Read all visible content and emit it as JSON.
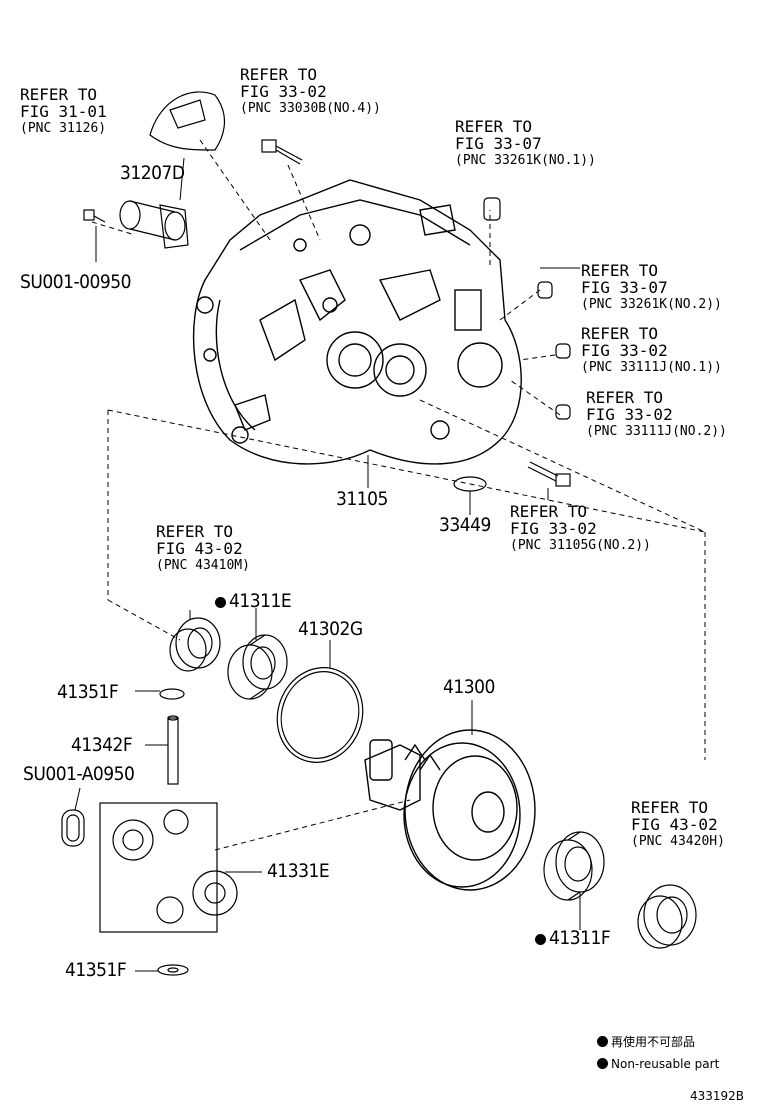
{
  "parts": {
    "p31207D": "31207D",
    "pSU001_00950": "SU001-00950",
    "p31105": "31105",
    "p33449": "33449",
    "p41311E": "41311E",
    "p41302G": "41302G",
    "p41351F_top": "41351F",
    "p41342F": "41342F",
    "pSU001_A0950": "SU001-A0950",
    "p41300": "41300",
    "p41331E": "41331E",
    "p41311F": "41311F",
    "p41351F_bottom": "41351F"
  },
  "refs": {
    "r1": {
      "line1": "REFER TO",
      "line2": "FIG 31-01",
      "pnc": "(PNC 31126)"
    },
    "r2": {
      "line1": "REFER TO",
      "line2": "FIG 33-02",
      "pnc": "(PNC 33030B(NO.4))"
    },
    "r3": {
      "line1": "REFER TO",
      "line2": "FIG 33-07",
      "pnc": "(PNC 33261K(NO.1))"
    },
    "r4": {
      "line1": "REFER TO",
      "line2": "FIG 33-07",
      "pnc": "(PNC 33261K(NO.2))"
    },
    "r5": {
      "line1": "REFER TO",
      "line2": "FIG 33-02",
      "pnc": "(PNC 33111J(NO.1))"
    },
    "r6": {
      "line1": "REFER TO",
      "line2": "FIG 33-02",
      "pnc": "(PNC 33111J(NO.2))"
    },
    "r7": {
      "line1": "REFER TO",
      "line2": "FIG 33-02",
      "pnc": "(PNC 31105G(NO.2))"
    },
    "r8": {
      "line1": "REFER TO",
      "line2": "FIG 43-02",
      "pnc": "(PNC 43410M)"
    },
    "r9": {
      "line1": "REFER TO",
      "line2": "FIG 43-02",
      "pnc": "(PNC 43420H)"
    }
  },
  "legend": {
    "japanese": "再使用不可部品",
    "english": "Non-reusable part"
  },
  "figure_id": "433192B"
}
